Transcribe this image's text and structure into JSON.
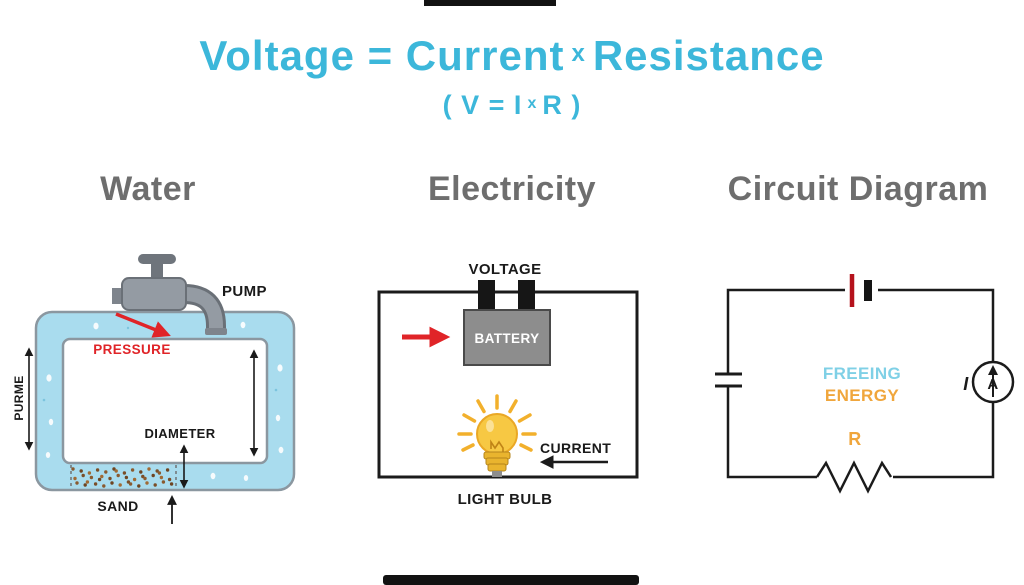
{
  "title": {
    "before_x": "Voltage = Current",
    "x": "x",
    "after_x": "Resistance",
    "sub_before": "( V = I",
    "sub_x": "x",
    "sub_after": "R )"
  },
  "columns": {
    "water": "Water",
    "electricity": "Electricity",
    "circuit": "Circuit Diagram"
  },
  "water": {
    "pump": "PUMP",
    "pressure": "PRESSURE",
    "side_label": "PURME",
    "diameter": "DIAMETER",
    "sand": "SAND"
  },
  "electricity": {
    "voltage": "VOLTAGE",
    "battery": "BATTERY",
    "current": "CURRENT",
    "light_bulb": "LIGHT BULB"
  },
  "circuit": {
    "freeing": "FREEING",
    "energy": "ENERGY",
    "resistance": "R",
    "current": "I",
    "ammeter": "A"
  },
  "colors": {
    "accent_cyan": "#3cb7da",
    "heading_gray": "#6e6e6e",
    "pressure_red": "#e02428",
    "water_blue": "#a9dcee",
    "bulb_yellow": "#f7c843",
    "orange": "#f0a63c",
    "battery_gray": "#8d8d8d",
    "sand_brown": "#8a5a2f"
  }
}
